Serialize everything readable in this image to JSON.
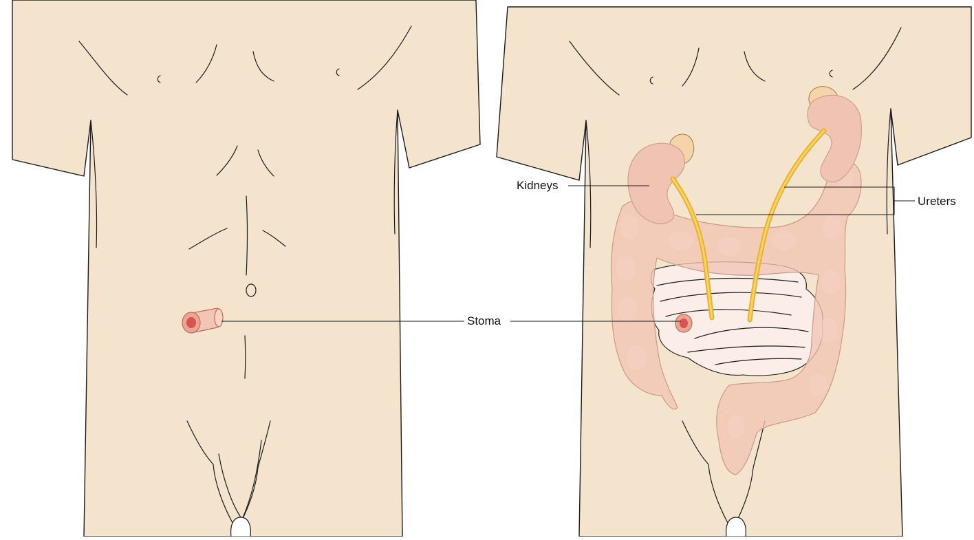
{
  "labels": {
    "stoma": "Stoma",
    "kidneys": "Kidneys",
    "ureters": "Ureters"
  },
  "colors": {
    "skin": "#f5e4cd",
    "outline": "#1a1a1a",
    "colon": "#f1c4b4",
    "ureter": "#e8b22a",
    "stoma": "#d9534f"
  }
}
